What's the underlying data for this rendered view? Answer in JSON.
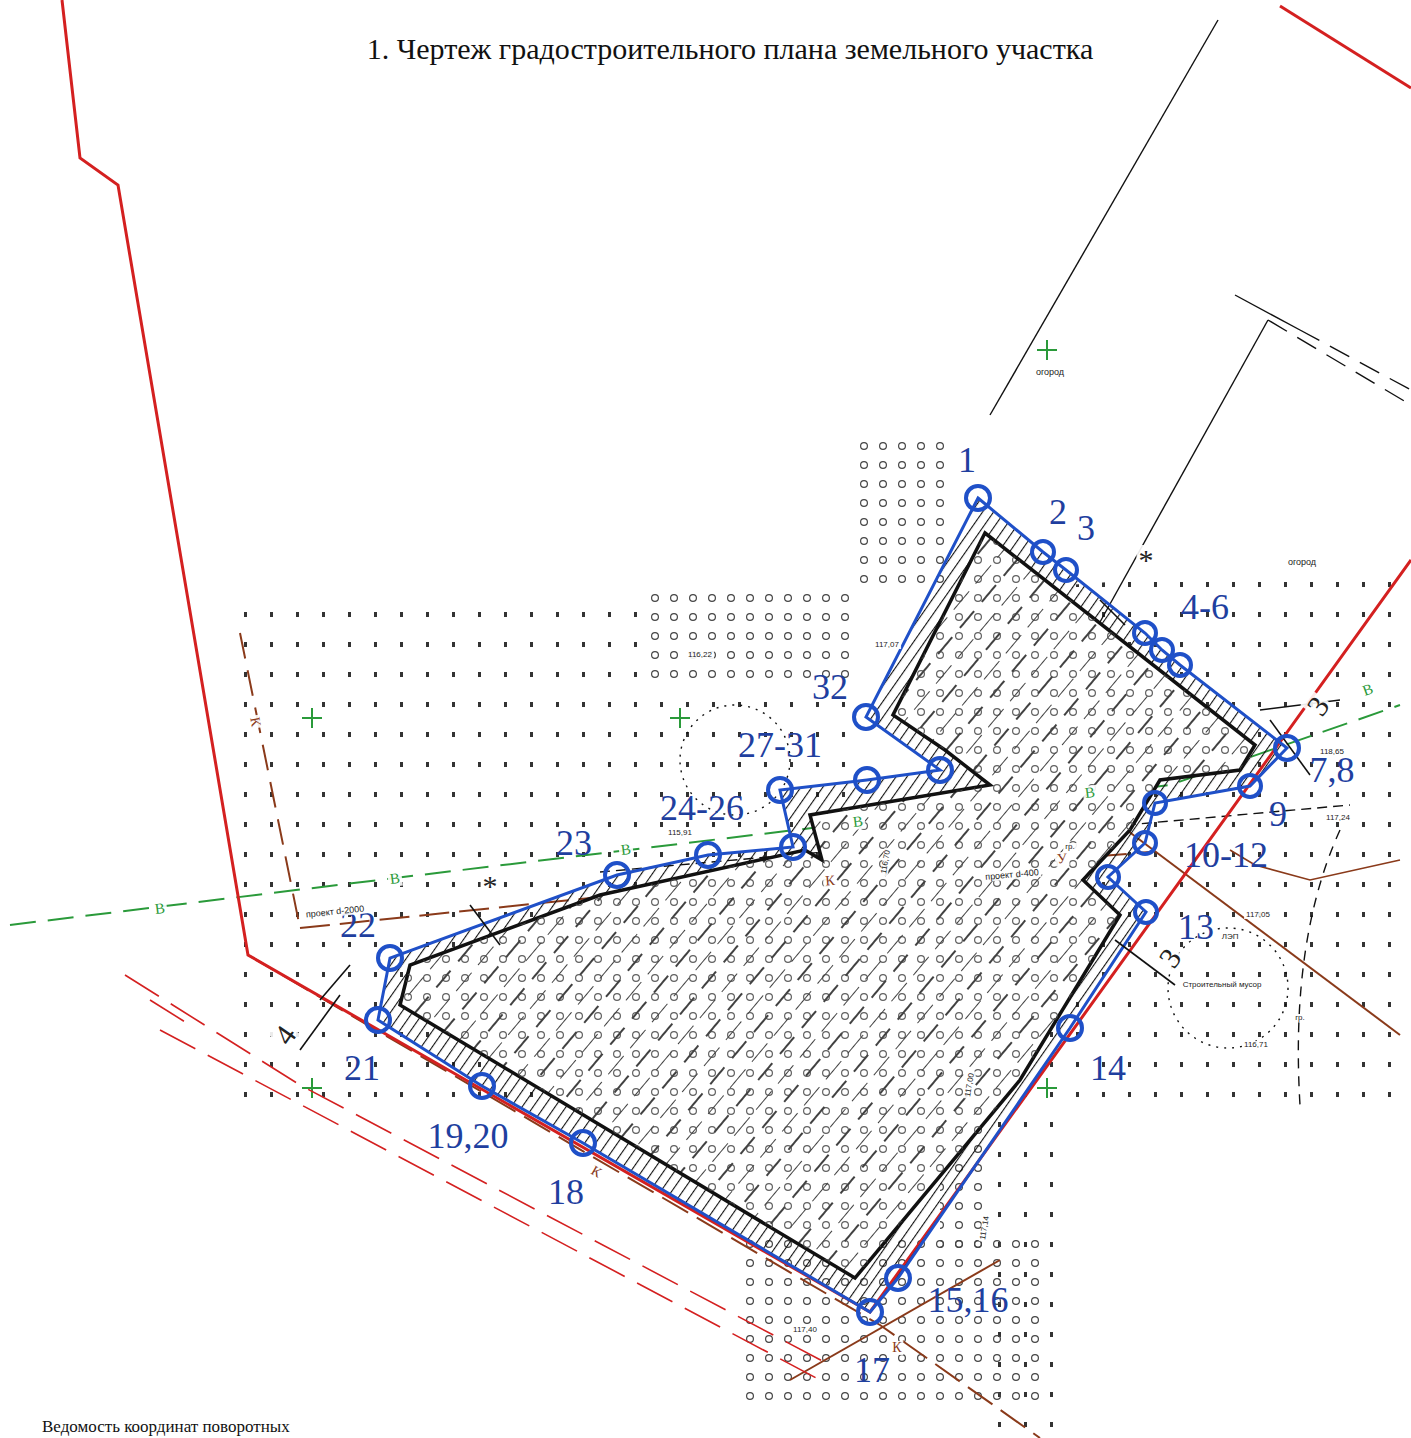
{
  "diagram": {
    "title": "1. Чертеж градостроительного плана земельного участка",
    "labels": [
      "1",
      "2",
      "3",
      "4-6",
      "7,8",
      "9",
      "10-12",
      "13",
      "14",
      "15,16",
      "17",
      "18",
      "19,20",
      "21",
      "22",
      "23",
      "24-26",
      "27-31",
      "32",
      "*",
      "*",
      "3",
      "3",
      "4",
      "огород",
      "огород",
      "Строительный мусор",
      "проект d-2000",
      "проект d-400",
      "В",
      "В",
      "В",
      "В",
      "В",
      "В",
      "К",
      "К",
      "К",
      "К",
      "У",
      "ЛЭП",
      "гр.",
      "гр.",
      "118,65",
      "117,24",
      "117,05",
      "116,71",
      "117,00",
      "116,70",
      "115,91",
      "117,07",
      "116,22",
      "117,40",
      "117,14",
      "Ведомость координат поворотных"
    ]
  }
}
